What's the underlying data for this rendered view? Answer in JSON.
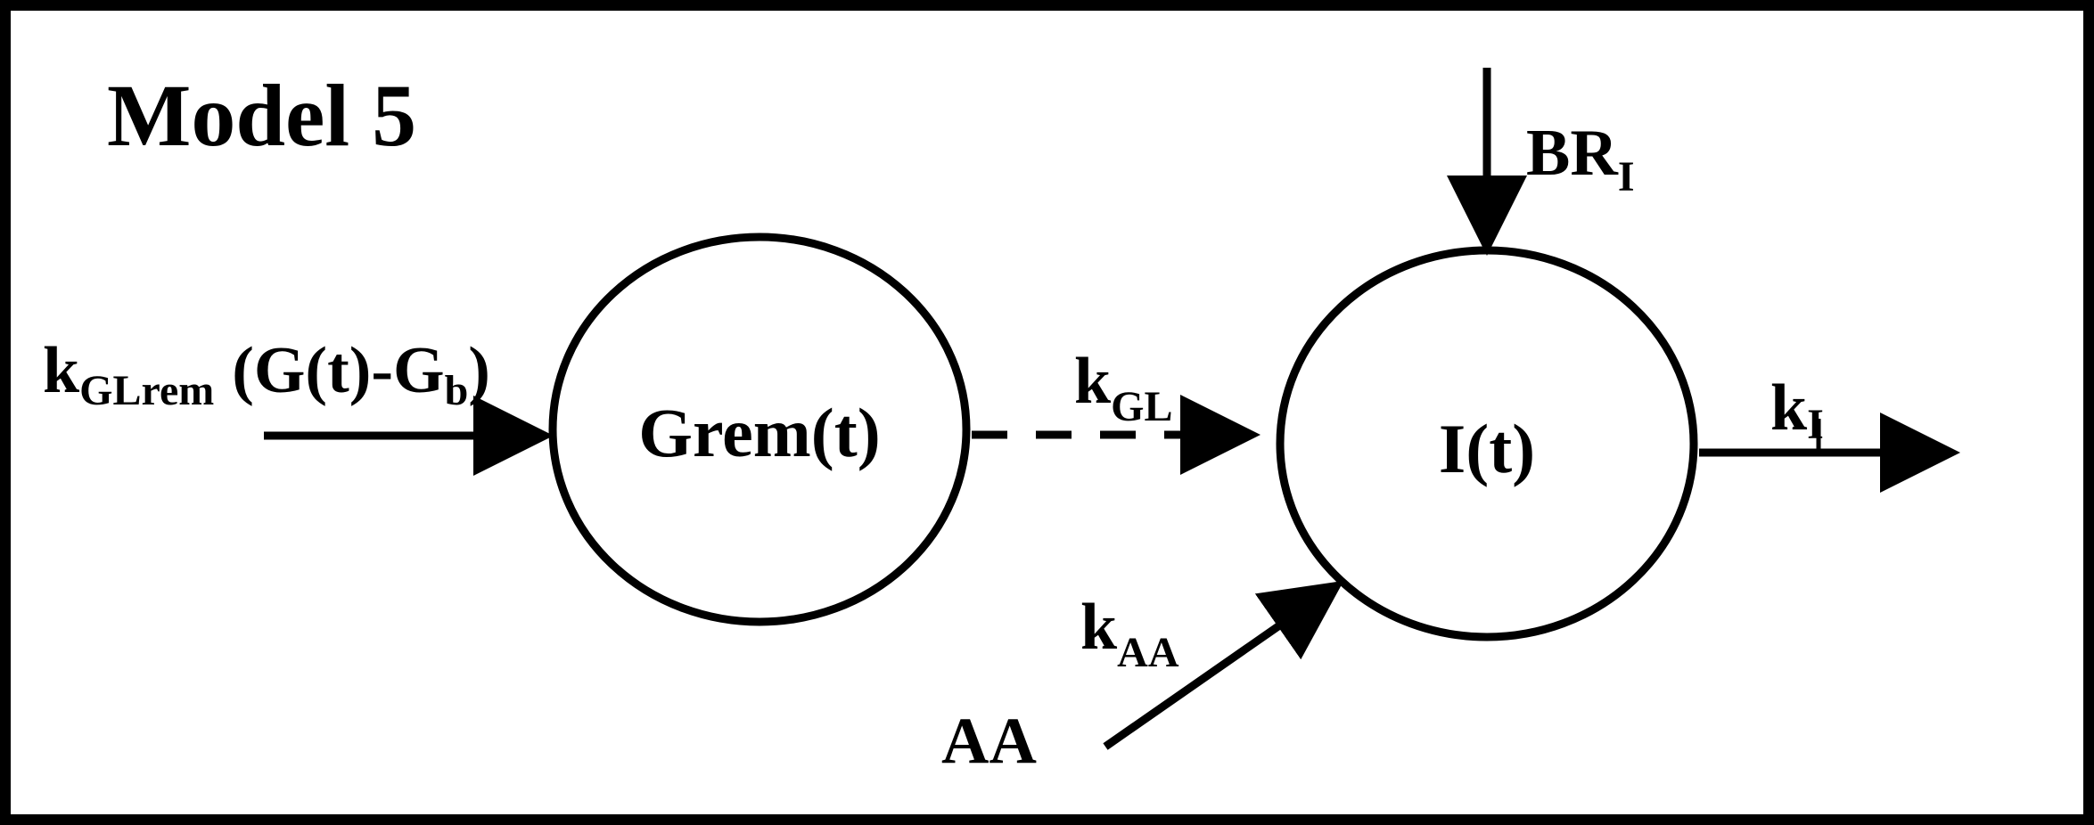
{
  "title": "Model 5",
  "nodes": {
    "grem": "Grem(t)",
    "i": "I(t)"
  },
  "labels": {
    "input_k": "k",
    "input_k_sub": "GLrem",
    "input_expr_a": "(G(t)-G",
    "input_expr_sub": "b",
    "input_expr_b": ")",
    "kgl": "k",
    "kgl_sub": "GL",
    "br": "BR",
    "br_sub": "I",
    "ki": "k",
    "ki_sub": "I",
    "kaa": "k",
    "kaa_sub": "AA",
    "aa": "AA"
  },
  "colors": {
    "stroke": "#000000",
    "background": "#ffffff"
  }
}
